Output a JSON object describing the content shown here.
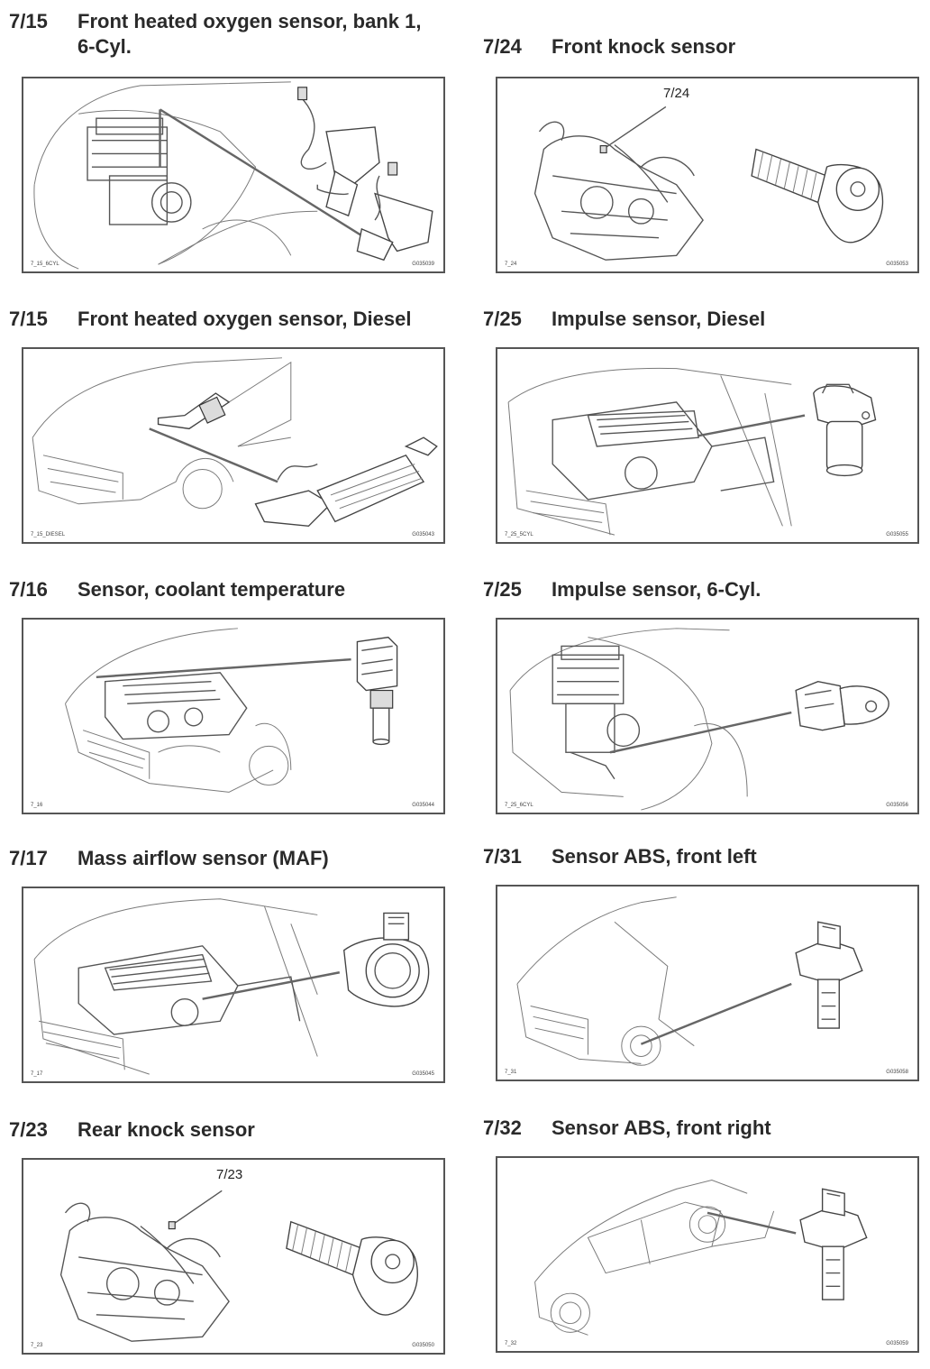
{
  "entries": [
    {
      "number": "7/15",
      "title": "Front heated oxygen sensor, bank 1,\n6-Cyl.",
      "code_left": "7_15_6CYL",
      "code_right": "G035039"
    },
    {
      "number": "7/24",
      "title": "Front knock sensor",
      "code_left": "7_24",
      "code_right": "G035053",
      "callout": "7/24"
    },
    {
      "number": "7/15",
      "title": "Front heated oxygen sensor, Diesel",
      "code_left": "7_15_DIESEL",
      "code_right": "G035043"
    },
    {
      "number": "7/25",
      "title": "Impulse sensor, Diesel",
      "code_left": "7_25_5CYL",
      "code_right": "G035055"
    },
    {
      "number": "7/16",
      "title": "Sensor, coolant temperature",
      "code_left": "7_16",
      "code_right": "G035044"
    },
    {
      "number": "7/25",
      "title": "Impulse sensor, 6-Cyl.",
      "code_left": "7_25_6CYL",
      "code_right": "G035056"
    },
    {
      "number": "7/17",
      "title": "Mass airflow sensor (MAF)",
      "code_left": "7_17",
      "code_right": "G035045"
    },
    {
      "number": "7/31",
      "title": "Sensor ABS, front left",
      "code_left": "7_31",
      "code_right": "G035058"
    },
    {
      "number": "7/23",
      "title": "Rear knock sensor",
      "code_left": "7_23",
      "code_right": "G035050",
      "callout": "7/23"
    },
    {
      "number": "7/32",
      "title": "Sensor ABS, front right",
      "code_left": "7_32",
      "code_right": "G035059"
    }
  ]
}
